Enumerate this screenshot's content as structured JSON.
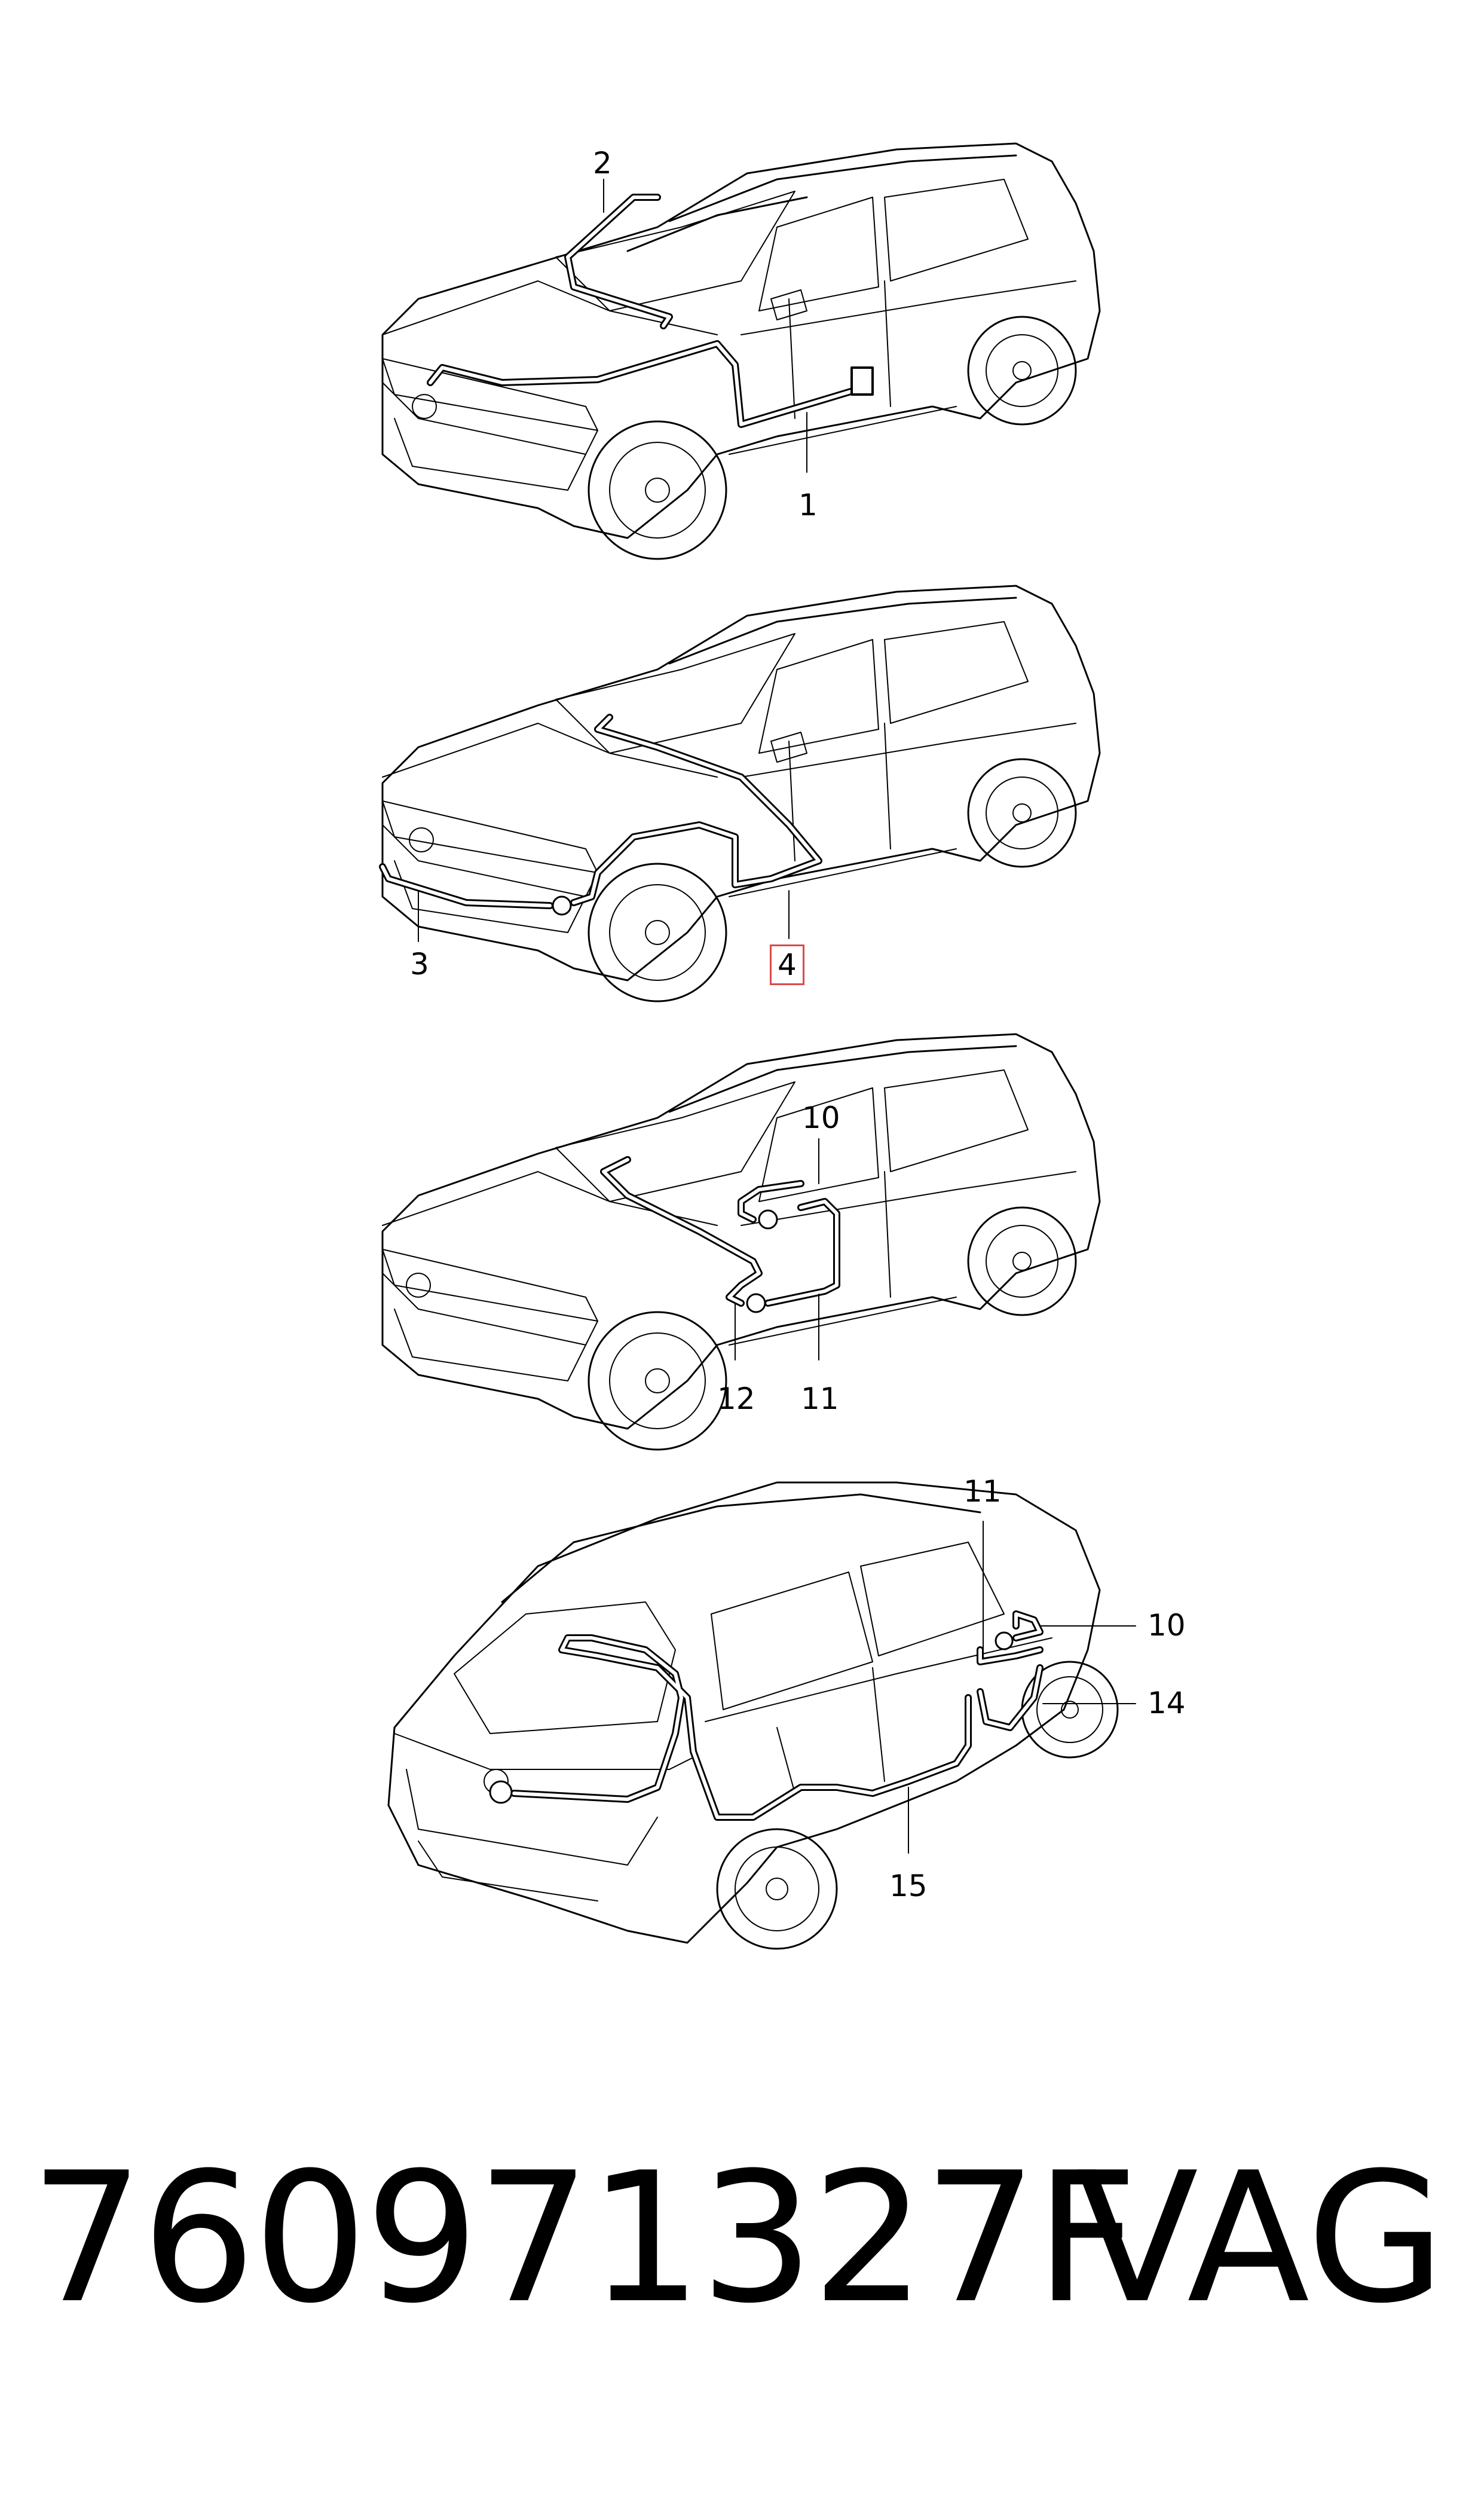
{
  "diagram": {
    "views": [
      {
        "name": "view-1",
        "callouts": [
          "2",
          "1"
        ]
      },
      {
        "name": "view-2",
        "callouts": [
          "3",
          "4"
        ]
      },
      {
        "name": "view-3",
        "callouts": [
          "10",
          "12",
          "11"
        ]
      },
      {
        "name": "view-4",
        "callouts": [
          "11",
          "10",
          "14",
          "15"
        ]
      }
    ],
    "highlighted_callout": "4",
    "highlight_color": "#d94a4a"
  },
  "footer": {
    "part_number": "760971327F",
    "brand": "VAG"
  }
}
